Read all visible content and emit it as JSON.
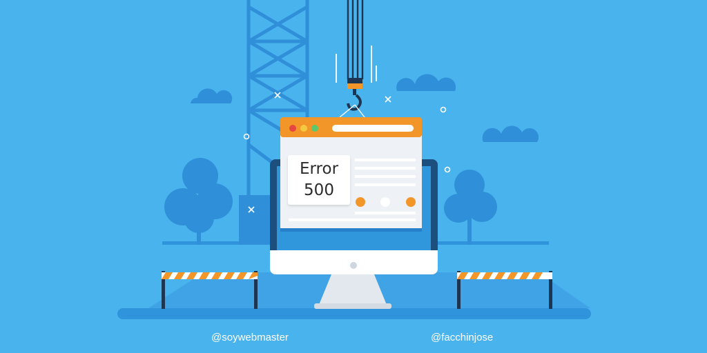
{
  "error_card": {
    "title": "Error",
    "code": "500"
  },
  "credits": {
    "left_handle": "@soywebmaster",
    "right_handle": "@facchinjose"
  },
  "icons": {
    "crane": "crane-tower-icon",
    "hook": "crane-hook-icon",
    "monitor": "desktop-monitor-icon",
    "browser": "browser-window-icon",
    "trees": "tree-icon",
    "clouds": "cloud-icon",
    "barriers": "road-barrier-icon"
  },
  "colors": {
    "background": "#49b3ee",
    "accent_orange": "#f3962a",
    "dark_blue": "#1e6fb4",
    "mid_blue": "#2d8fd6",
    "monitor_frame": "#1d4f7e",
    "window_dot_red": "#e5463f",
    "window_dot_yellow": "#f5c842",
    "window_dot_green": "#5cc86b"
  }
}
